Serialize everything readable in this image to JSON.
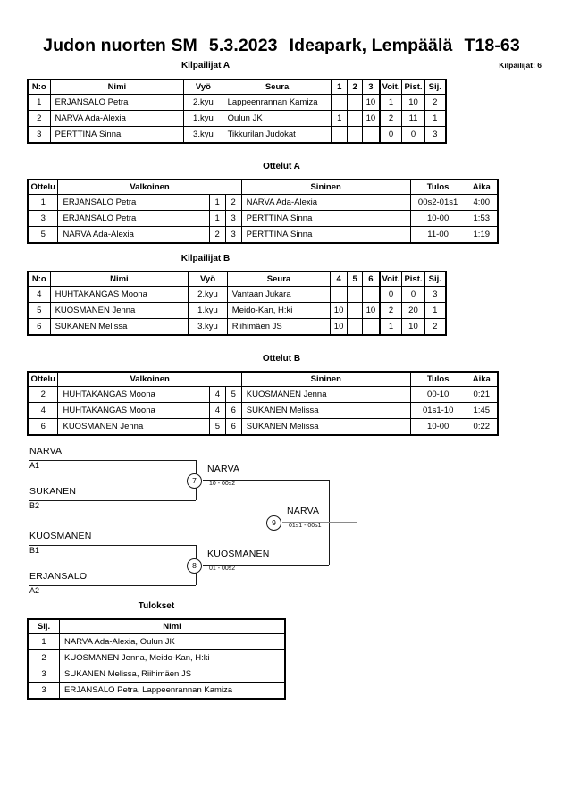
{
  "header": {
    "event": "Judon nuorten SM",
    "date": "5.3.2023",
    "venue": "Ideapark, Lempäälä",
    "category": "T18-63",
    "competitors_label": "Kilpailijat: 6"
  },
  "sections": {
    "pool_a_heading": "Kilpailijat A",
    "matches_a_heading": "Ottelut A",
    "pool_b_heading": "Kilpailijat B",
    "matches_b_heading": "Ottelut B",
    "results_heading": "Tulokset"
  },
  "pool_table": {
    "columns": {
      "no": "N:o",
      "name": "Nimi",
      "belt": "Vyö",
      "club": "Seura",
      "wins": "Voit.",
      "points": "Pist.",
      "rank": "Sij."
    }
  },
  "pool_a": {
    "opponent_columns": [
      "1",
      "2",
      "3"
    ],
    "rows": [
      {
        "no": "1",
        "name": "ERJANSALO Petra",
        "belt": "2.kyu",
        "club": "Lappeenrannan Kamiza",
        "scores": [
          "",
          "",
          "10"
        ],
        "wins": "1",
        "points": "10",
        "rank": "2"
      },
      {
        "no": "2",
        "name": "NARVA Ada-Alexia",
        "belt": "1.kyu",
        "club": "Oulun JK",
        "scores": [
          "1",
          "",
          "10"
        ],
        "wins": "2",
        "points": "11",
        "rank": "1"
      },
      {
        "no": "3",
        "name": "PERTTINÄ Sinna",
        "belt": "3.kyu",
        "club": "Tikkurilan Judokat",
        "scores": [
          "",
          "",
          ""
        ],
        "wins": "0",
        "points": "0",
        "rank": "3"
      }
    ]
  },
  "pool_b": {
    "opponent_columns": [
      "4",
      "5",
      "6"
    ],
    "rows": [
      {
        "no": "4",
        "name": "HUHTAKANGAS Moona",
        "belt": "2.kyu",
        "club": "Vantaan Jukara",
        "scores": [
          "",
          "",
          ""
        ],
        "wins": "0",
        "points": "0",
        "rank": "3"
      },
      {
        "no": "5",
        "name": "KUOSMANEN Jenna",
        "belt": "1.kyu",
        "club": "Meido-Kan, H:ki",
        "scores": [
          "10",
          "",
          "10"
        ],
        "wins": "2",
        "points": "20",
        "rank": "1"
      },
      {
        "no": "6",
        "name": "SUKANEN Melissa",
        "belt": "3.kyu",
        "club": "Riihimäen JS",
        "scores": [
          "10",
          "",
          ""
        ],
        "wins": "1",
        "points": "10",
        "rank": "2"
      }
    ]
  },
  "matches_table": {
    "columns": {
      "match": "Ottelu",
      "white": "Valkoinen",
      "blue": "Sininen",
      "result": "Tulos",
      "time": "Aika"
    }
  },
  "matches_a": {
    "rows": [
      {
        "match": "1",
        "white": "ERJANSALO Petra",
        "white_no": "1",
        "blue_no": "2",
        "blue": "NARVA Ada-Alexia",
        "result": "00s2-01s1",
        "time": "4:00"
      },
      {
        "match": "3",
        "white": "ERJANSALO Petra",
        "white_no": "1",
        "blue_no": "3",
        "blue": "PERTTINÄ Sinna",
        "result": "10-00",
        "time": "1:53"
      },
      {
        "match": "5",
        "white": "NARVA Ada-Alexia",
        "white_no": "2",
        "blue_no": "3",
        "blue": "PERTTINÄ Sinna",
        "result": "11-00",
        "time": "1:19"
      }
    ]
  },
  "matches_b": {
    "rows": [
      {
        "match": "2",
        "white": "HUHTAKANGAS Moona",
        "white_no": "4",
        "blue_no": "5",
        "blue": "KUOSMANEN Jenna",
        "result": "00-10",
        "time": "0:21"
      },
      {
        "match": "4",
        "white": "HUHTAKANGAS Moona",
        "white_no": "4",
        "blue_no": "6",
        "blue": "SUKANEN Melissa",
        "result": "01s1-10",
        "time": "1:45"
      },
      {
        "match": "6",
        "white": "KUOSMANEN Jenna",
        "white_no": "5",
        "blue_no": "6",
        "blue": "SUKANEN Melissa",
        "result": "10-00",
        "time": "0:22"
      }
    ]
  },
  "bracket": {
    "entries": [
      {
        "name": "NARVA",
        "seed": "A1"
      },
      {
        "name": "SUKANEN",
        "seed": "B2"
      },
      {
        "name": "KUOSMANEN",
        "seed": "B1"
      },
      {
        "name": "ERJANSALO",
        "seed": "A2"
      }
    ],
    "semifinal_top": {
      "number": "7",
      "winner": "NARVA",
      "score": "10 - 00s2"
    },
    "semifinal_bottom": {
      "number": "8",
      "winner": "KUOSMANEN",
      "score": "01 - 00s2"
    },
    "final": {
      "number": "9",
      "winner": "NARVA",
      "score": "01s1 - 00s1"
    }
  },
  "results": {
    "columns": {
      "rank": "Sij.",
      "name": "Nimi"
    },
    "rows": [
      {
        "rank": "1",
        "name": "NARVA Ada-Alexia, Oulun JK"
      },
      {
        "rank": "2",
        "name": "KUOSMANEN Jenna, Meido-Kan, H:ki"
      },
      {
        "rank": "3",
        "name": "SUKANEN Melissa, Riihimäen JS"
      },
      {
        "rank": "3",
        "name": "ERJANSALO Petra, Lappeenrannan Kamiza"
      }
    ]
  }
}
